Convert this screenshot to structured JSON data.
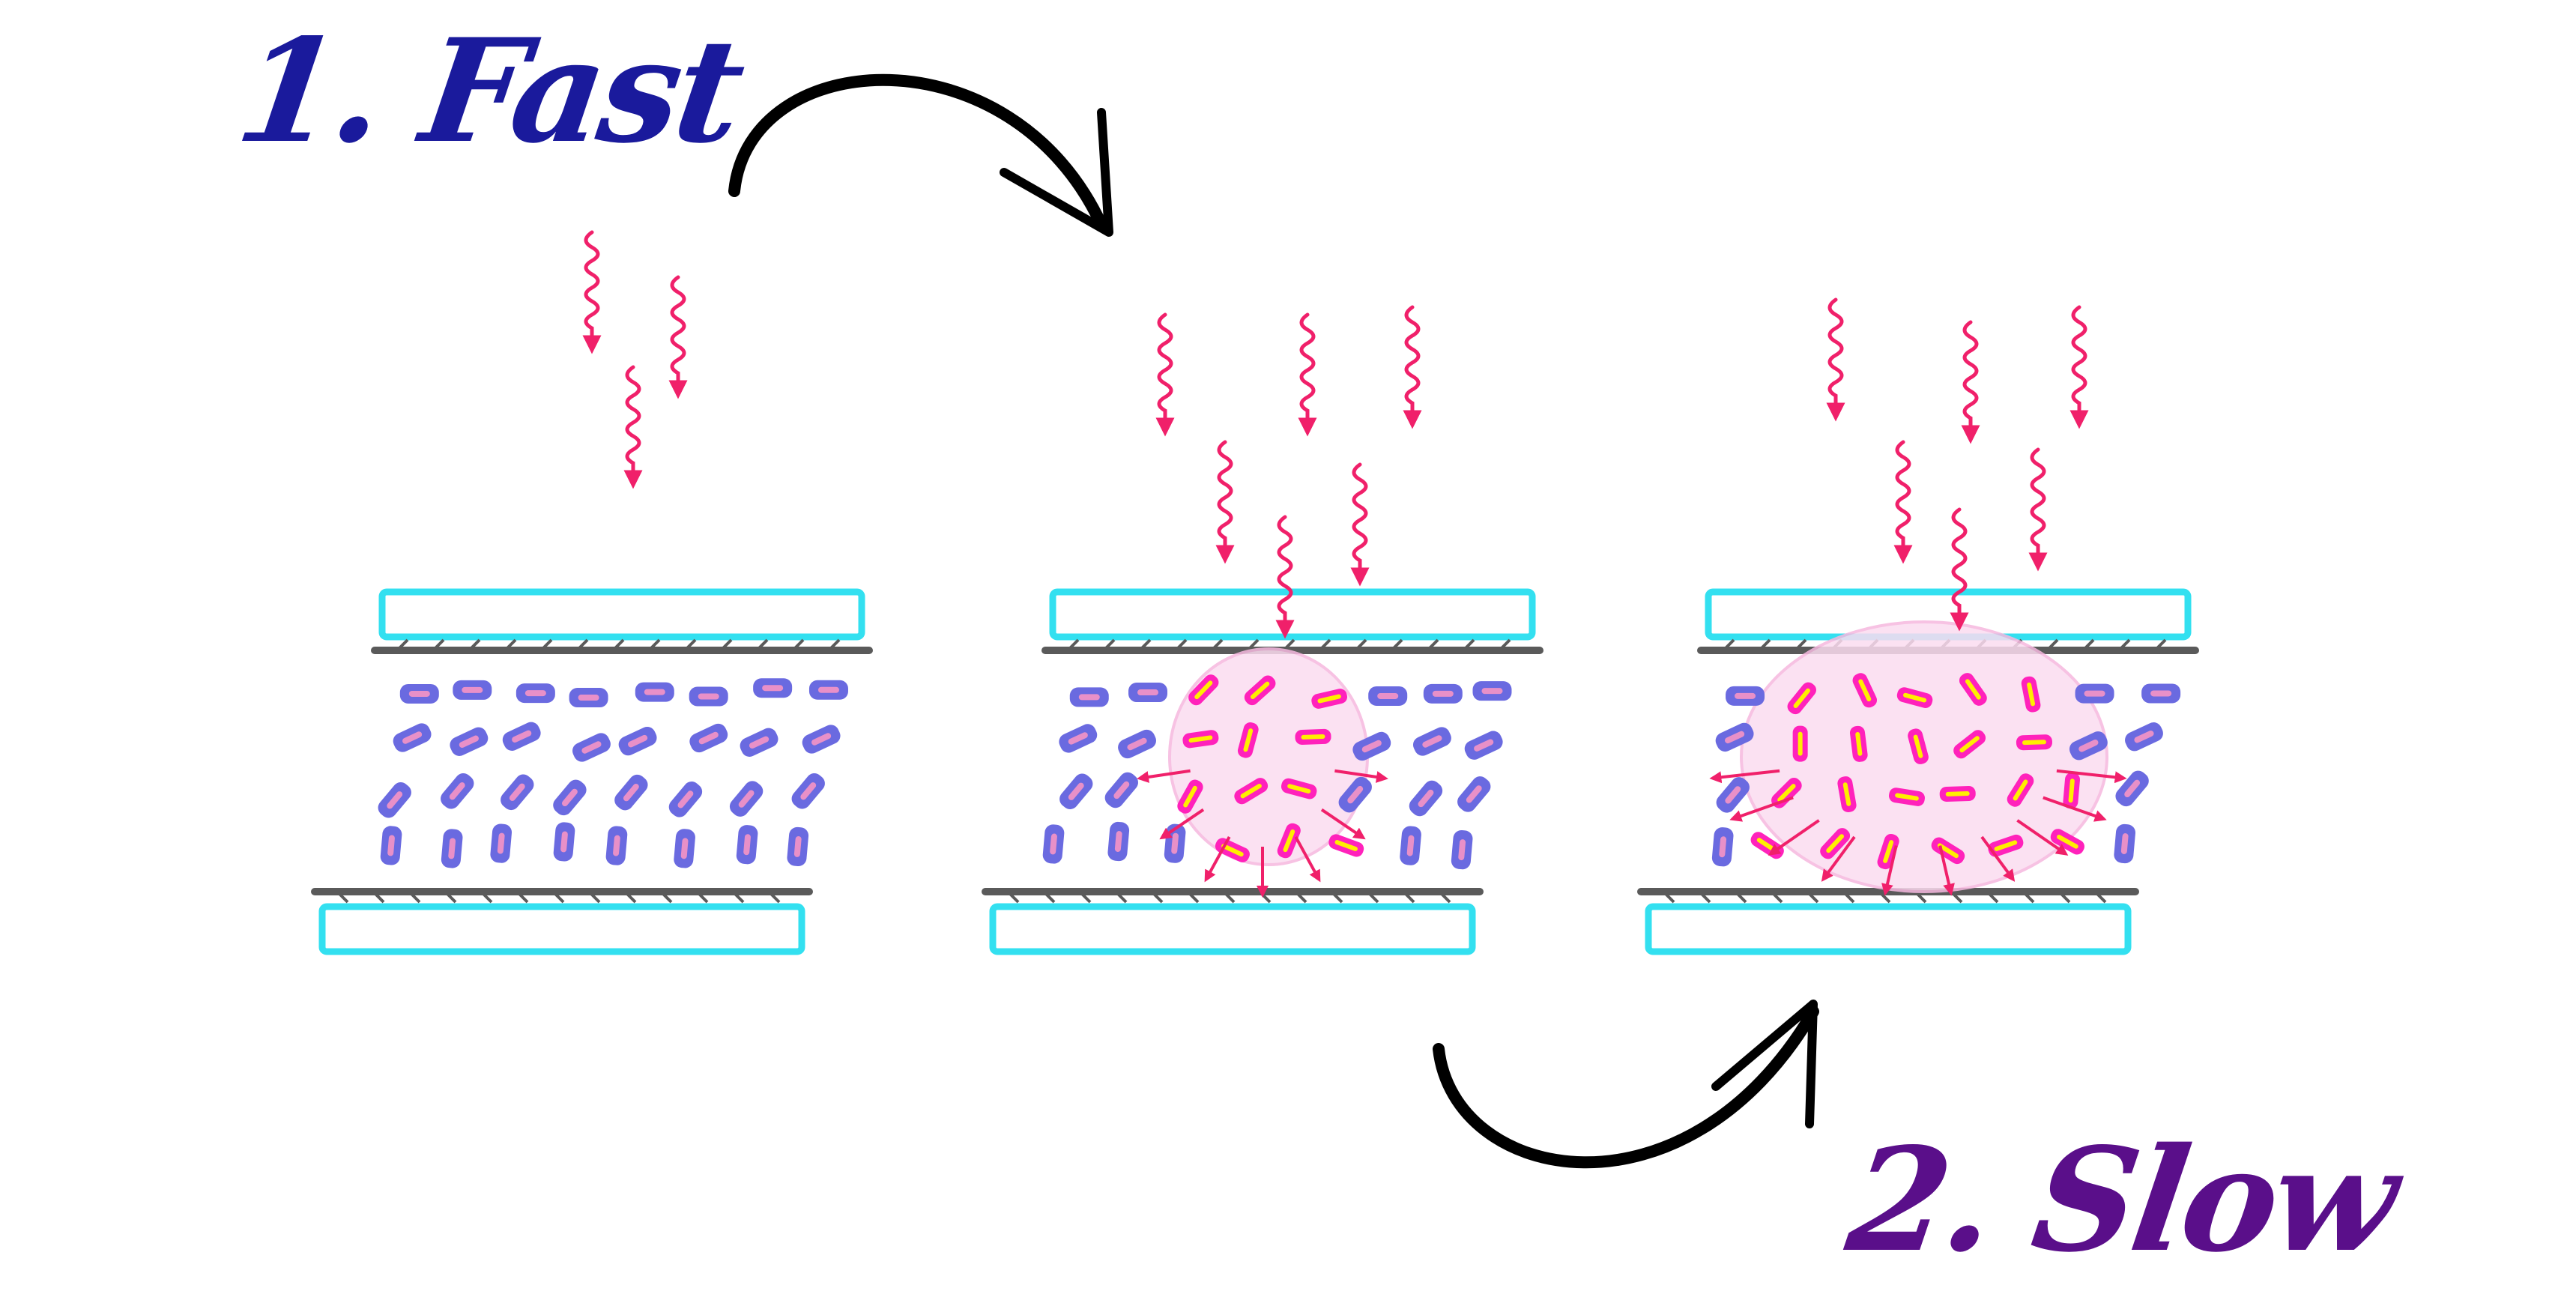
{
  "labels": {
    "step1": "1. Fast",
    "step2": "2. Slow"
  },
  "colors": {
    "step1_text": "#1a1a9c",
    "step2_text": "#5a0f8a",
    "glass": "#33e0f0",
    "electrode": "#5a5a5a",
    "lc_molecule_fill": "#6a6ae0",
    "lc_molecule_core": "#e890c8",
    "isotropic_zone": "#fbdcf0",
    "isotropic_molecule": "#ff22bb",
    "isotropic_core": "#ffee00",
    "photon": "#f0206a",
    "arrow": "#000000"
  },
  "icons": {
    "photon": "wavy-photon-arrow-icon",
    "step_arrow": "curved-arrow-icon"
  },
  "panels": [
    {
      "id": "initial",
      "photons": 3,
      "isotropic_fraction": 0
    },
    {
      "id": "intermediate",
      "photons": 6,
      "isotropic_fraction": 0.35
    },
    {
      "id": "final",
      "photons": 6,
      "isotropic_fraction": 0.7
    }
  ]
}
